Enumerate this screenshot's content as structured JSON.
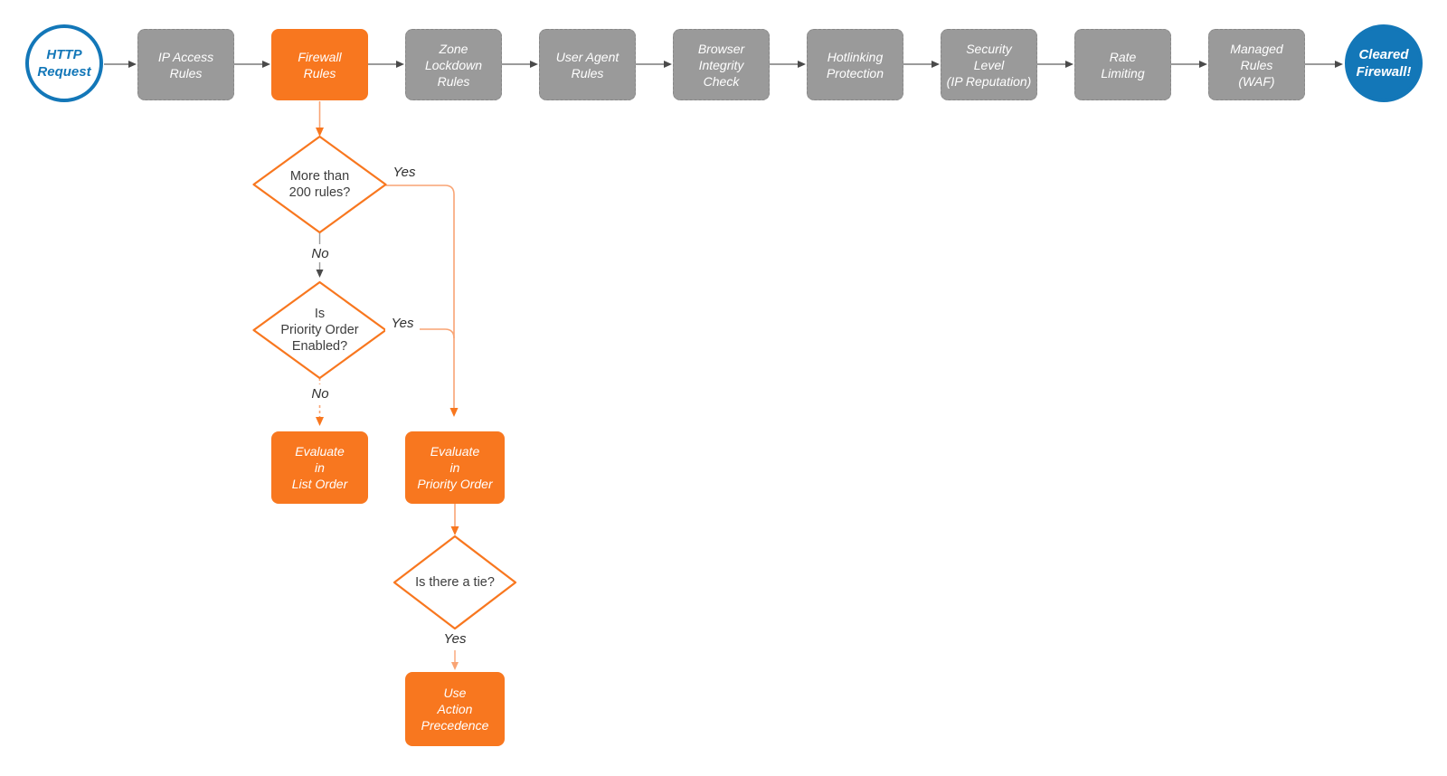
{
  "diagram": {
    "start_label": "HTTP\nRequest",
    "end_label": "Cleared\nFirewall!",
    "stages": [
      {
        "label": "IP Access\nRules"
      },
      {
        "label": "Firewall\nRules"
      },
      {
        "label": "Zone\nLockdown\nRules"
      },
      {
        "label": "User Agent\nRules"
      },
      {
        "label": "Browser\nIntegrity\nCheck"
      },
      {
        "label": "Hotlinking\nProtection"
      },
      {
        "label": "Security\nLevel\n(IP Reputation)"
      },
      {
        "label": "Rate\nLimiting"
      },
      {
        "label": "Managed\nRules\n(WAF)"
      }
    ],
    "decisions": {
      "more_than_200": "More than\n200 rules?",
      "priority_enabled": "Is\nPriority Order\nEnabled?",
      "tie": "Is there a tie?"
    },
    "edge_labels": {
      "yes1": "Yes",
      "no1": "No",
      "yes2": "Yes",
      "no2": "No",
      "yes3": "Yes"
    },
    "actions": {
      "evaluate_list": "Evaluate\nin\nList Order",
      "evaluate_priority": "Evaluate\nin\nPriority Order",
      "use_precedence": "Use\nAction\nPrecedence"
    },
    "colors": {
      "orange": "#f8771f",
      "salmon_line": "#f9a474",
      "blue": "#1377b8",
      "gray_node": "#9a9a9a",
      "dark_arrow": "#4a4a4a"
    }
  }
}
